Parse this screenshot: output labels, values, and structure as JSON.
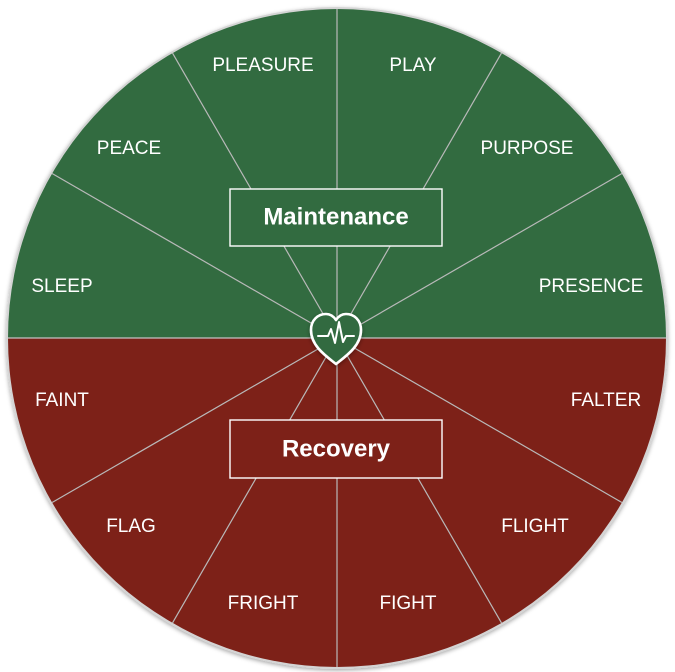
{
  "colors": {
    "maintenance": "#326b40",
    "recovery": "#7d2118",
    "divider": "#b9b9b9",
    "text": "#ffffff",
    "ring": "#cfcfcf"
  },
  "maintenance": {
    "title": "Maintenance",
    "items": [
      {
        "label": "SLEEP"
      },
      {
        "label": "PEACE"
      },
      {
        "label": "PLEASURE"
      },
      {
        "label": "PLAY"
      },
      {
        "label": "PURPOSE"
      },
      {
        "label": "PRESENCE"
      }
    ]
  },
  "recovery": {
    "title": "Recovery",
    "items": [
      {
        "label": "FAINT"
      },
      {
        "label": "FLAG"
      },
      {
        "label": "FRIGHT"
      },
      {
        "label": "FIGHT"
      },
      {
        "label": "FLIGHT"
      },
      {
        "label": "FALTER"
      }
    ]
  },
  "center_icon": "heart-pulse-icon"
}
